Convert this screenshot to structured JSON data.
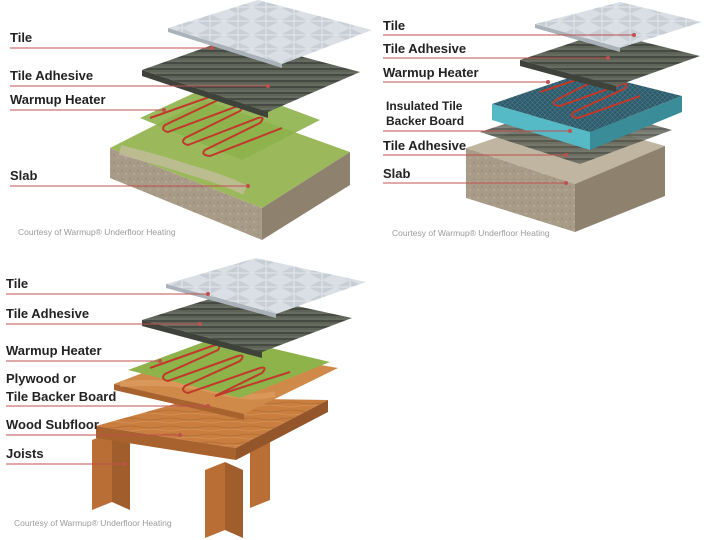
{
  "diagrams": [
    {
      "layers": [
        "Tile",
        "Tile Adhesive",
        "Warmup Heater",
        "Slab"
      ],
      "credit": "Courtesy of Warmup® Underfloor Heating"
    },
    {
      "layers": [
        "Tile",
        "Tile Adhesive",
        "Warmup Heater",
        "Insulated Tile",
        "Backer Board",
        "Tile Adhesive",
        "Slab"
      ],
      "credit": "Courtesy of Warmup® Underfloor Heating"
    },
    {
      "layers": [
        "Tile",
        "Tile Adhesive",
        "Warmup Heater",
        "Plywood or",
        "Tile Backer Board",
        "Wood Subfloor",
        "Joists"
      ],
      "credit": "Courtesy of Warmup® Underfloor Heating"
    }
  ],
  "colors": {
    "leader_line": "#c0504d",
    "tile": "#d7dde2",
    "adhesive": "#5d6258",
    "heater_mat": "#8db34a",
    "heater_cable": "#c0392b",
    "slab": "#b0a490",
    "backer_board": "#2f5c6c",
    "plywood": "#d08a4b",
    "wood": "#c57b3e"
  },
  "icons": [
    "tile-layer",
    "adhesive-layer",
    "heater-layer",
    "slab-block",
    "backer-board-layer",
    "plywood-layer",
    "subfloor-layer",
    "joist-beam"
  ]
}
